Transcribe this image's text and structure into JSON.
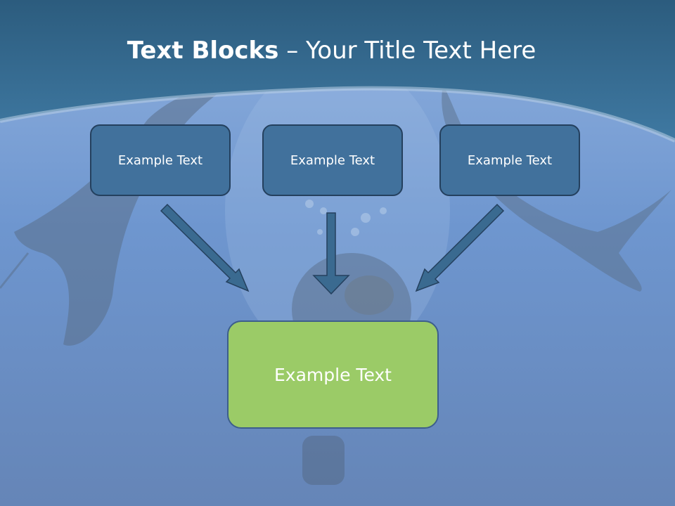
{
  "title": {
    "bold": "Text Blocks",
    "separator": " – ",
    "regular": "Your Title Text Here"
  },
  "boxes": {
    "top_left": "Example Text",
    "top_center": "Example Text",
    "top_right": "Example Text",
    "main": "Example Text"
  },
  "colors": {
    "header_band": "#2e6a92",
    "box_fill": "#41719c",
    "main_box_fill": "#9bcb67",
    "arrow": "#3a6a90"
  }
}
